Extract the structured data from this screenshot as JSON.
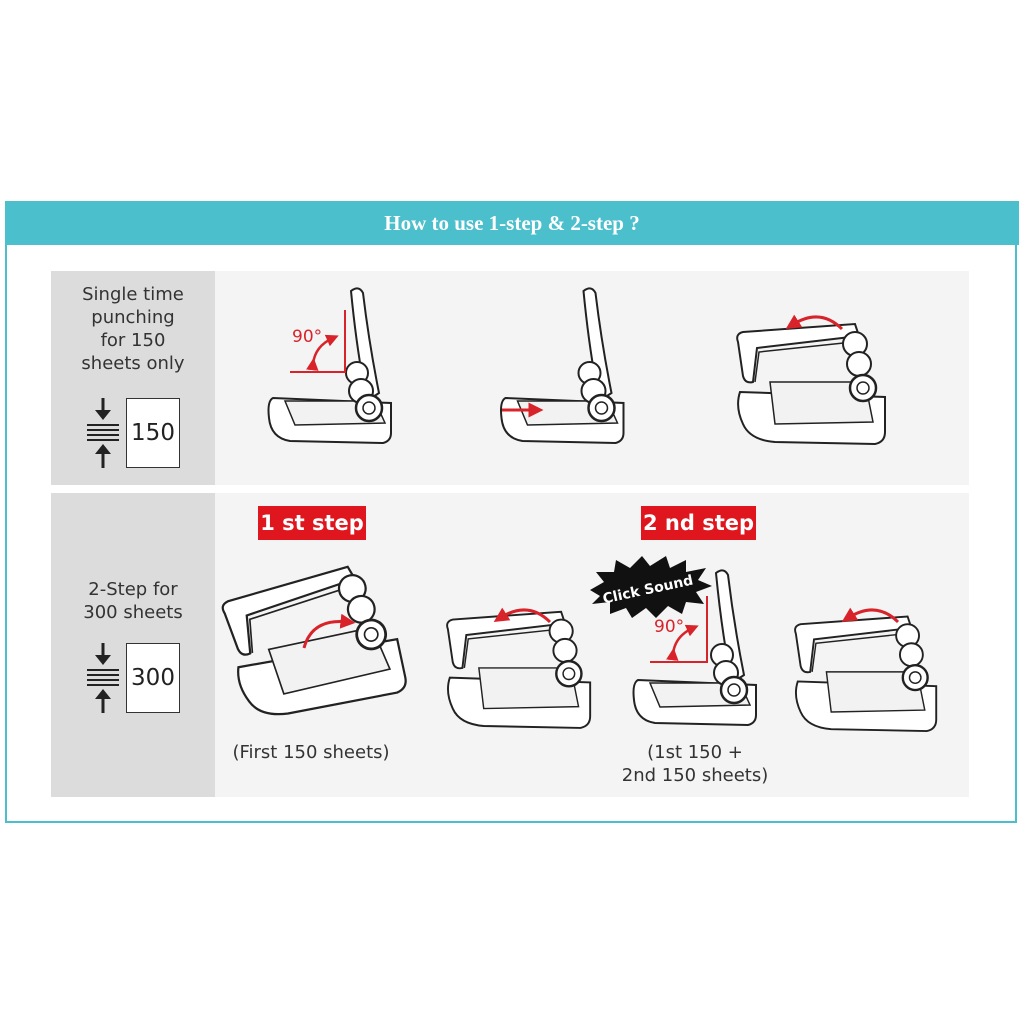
{
  "header": {
    "title": "How to use 1-step & 2-step ?"
  },
  "rows": [
    {
      "label_lines": [
        "Single time",
        "punching",
        "for 150",
        "sheets only"
      ],
      "sheet_count": "150"
    },
    {
      "label_lines": [
        "2-Step for",
        "300 sheets"
      ],
      "sheet_count": "300"
    }
  ],
  "annotations": {
    "angle": "90°",
    "click_sound": "Click Sound"
  },
  "steps": {
    "first": {
      "badge": "1 st step",
      "caption": [
        "(First 150 sheets)"
      ]
    },
    "second": {
      "badge": "2 nd step",
      "caption": [
        "(1st 150 +",
        "2nd 150 sheets)"
      ]
    }
  },
  "colors": {
    "accent": "#4bbfcc",
    "badge": "#e0161f",
    "arrow": "#d9232a"
  }
}
